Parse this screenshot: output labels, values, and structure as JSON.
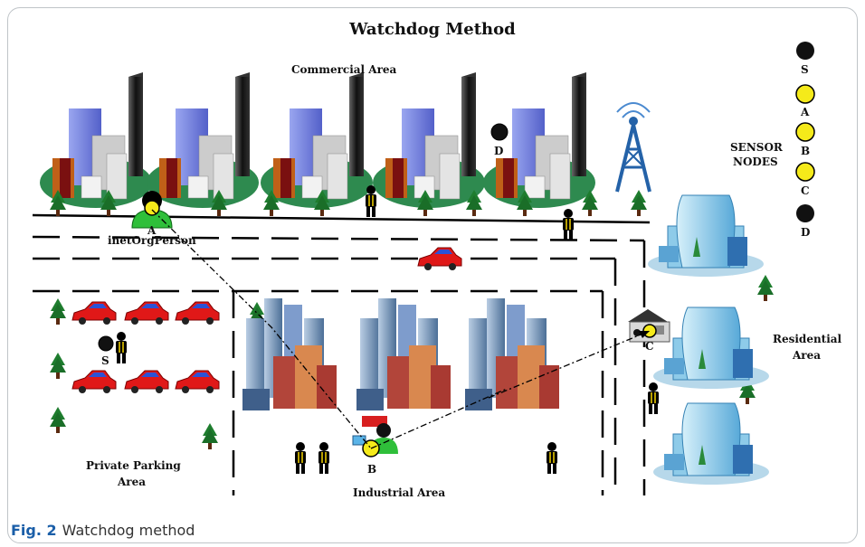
{
  "title": "Watchdog Method",
  "areas": {
    "commercial": "Commercial Area",
    "residential_line1": "Residential",
    "residential_line2": "Area",
    "private_line1": "Private Parking",
    "private_line2": "Area",
    "industrial": "Industrial Area"
  },
  "legend": {
    "heading_line1": "SENSOR",
    "heading_line2": "NODES",
    "nodes": [
      {
        "label": "S",
        "color": "#111111"
      },
      {
        "label": "A",
        "color": "#f5ea1a"
      },
      {
        "label": "B",
        "color": "#f5ea1a"
      },
      {
        "label": "C",
        "color": "#f5ea1a"
      },
      {
        "label": "D",
        "color": "#111111"
      }
    ]
  },
  "nodes": {
    "S": "S",
    "A": "A",
    "A_sub": "inetOrgPerson",
    "B": "B",
    "C": "C",
    "D": "D"
  },
  "caption": {
    "fig": "Fig. 2",
    "text": "Watchdog method"
  }
}
